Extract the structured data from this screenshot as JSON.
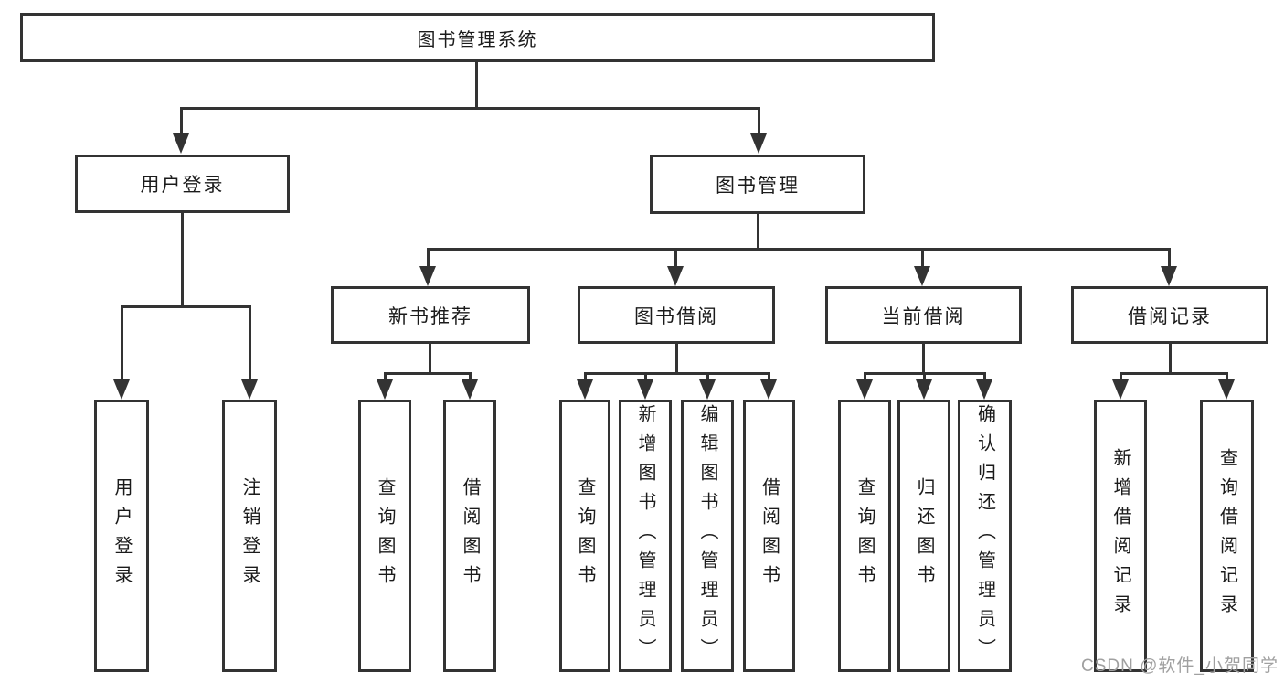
{
  "nodes": {
    "root": "图书管理系统",
    "user_login": "用户登录",
    "book_mgmt": "图书管理",
    "new_book_rec": "新书推荐",
    "book_borrow": "图书借阅",
    "current_borrow": "当前借阅",
    "borrow_record": "借阅记录",
    "leaf_user_login": "用户登录",
    "leaf_logout": "注销登录",
    "leaf_rec_query_book": "查询图书",
    "leaf_rec_borrow_book": "借阅图书",
    "leaf_bb_query_book": "查询图书",
    "leaf_bb_add_book": "新增图书（管理员）",
    "leaf_bb_edit_book": "编辑图书（管理员）",
    "leaf_bb_borrow_book": "借阅图书",
    "leaf_cb_query_book": "查询图书",
    "leaf_cb_return_book": "归还图书",
    "leaf_cb_confirm_return": "确认归还（管理员）",
    "leaf_br_add_record": "新增借阅记录",
    "leaf_br_query_record": "查询借阅记录"
  },
  "watermark": "CSDN @软件_小贺同学",
  "colors": {
    "line": "#333333",
    "text": "#1b1b1b",
    "watermark": "#a0a0a0",
    "background": "#ffffff"
  }
}
